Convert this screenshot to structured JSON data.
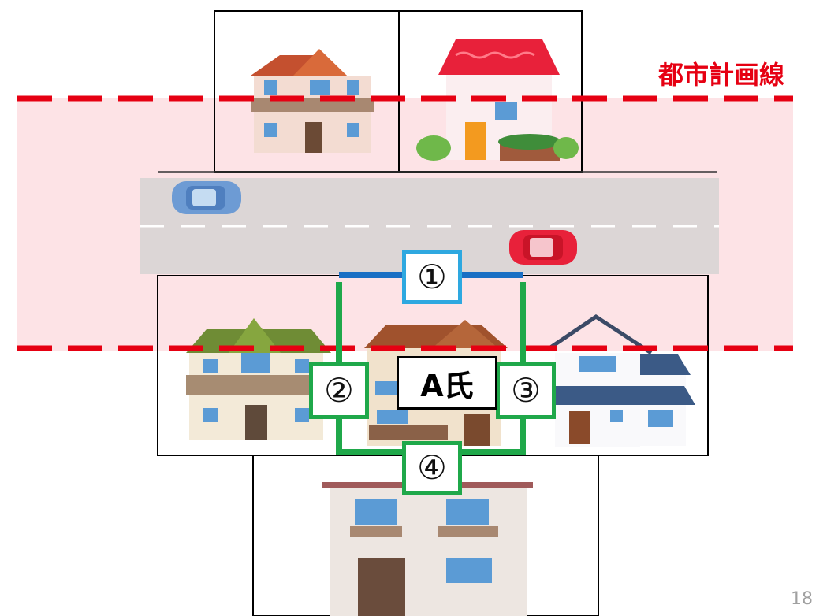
{
  "title": "都市計画線",
  "page_number": "18",
  "subject_label": "A氏",
  "boundary_labels": {
    "front": "①",
    "left": "②",
    "right": "③",
    "back": "④"
  },
  "colors": {
    "planning_line": "#e60012",
    "planning_zone": "#fde3e6",
    "road": "#dcd6d6",
    "front_boundary": "#1a6fc4",
    "front_box": "#2ea8e0",
    "side_boundary": "#1fa84a"
  },
  "icons": [
    "house-icon",
    "car-icon"
  ]
}
